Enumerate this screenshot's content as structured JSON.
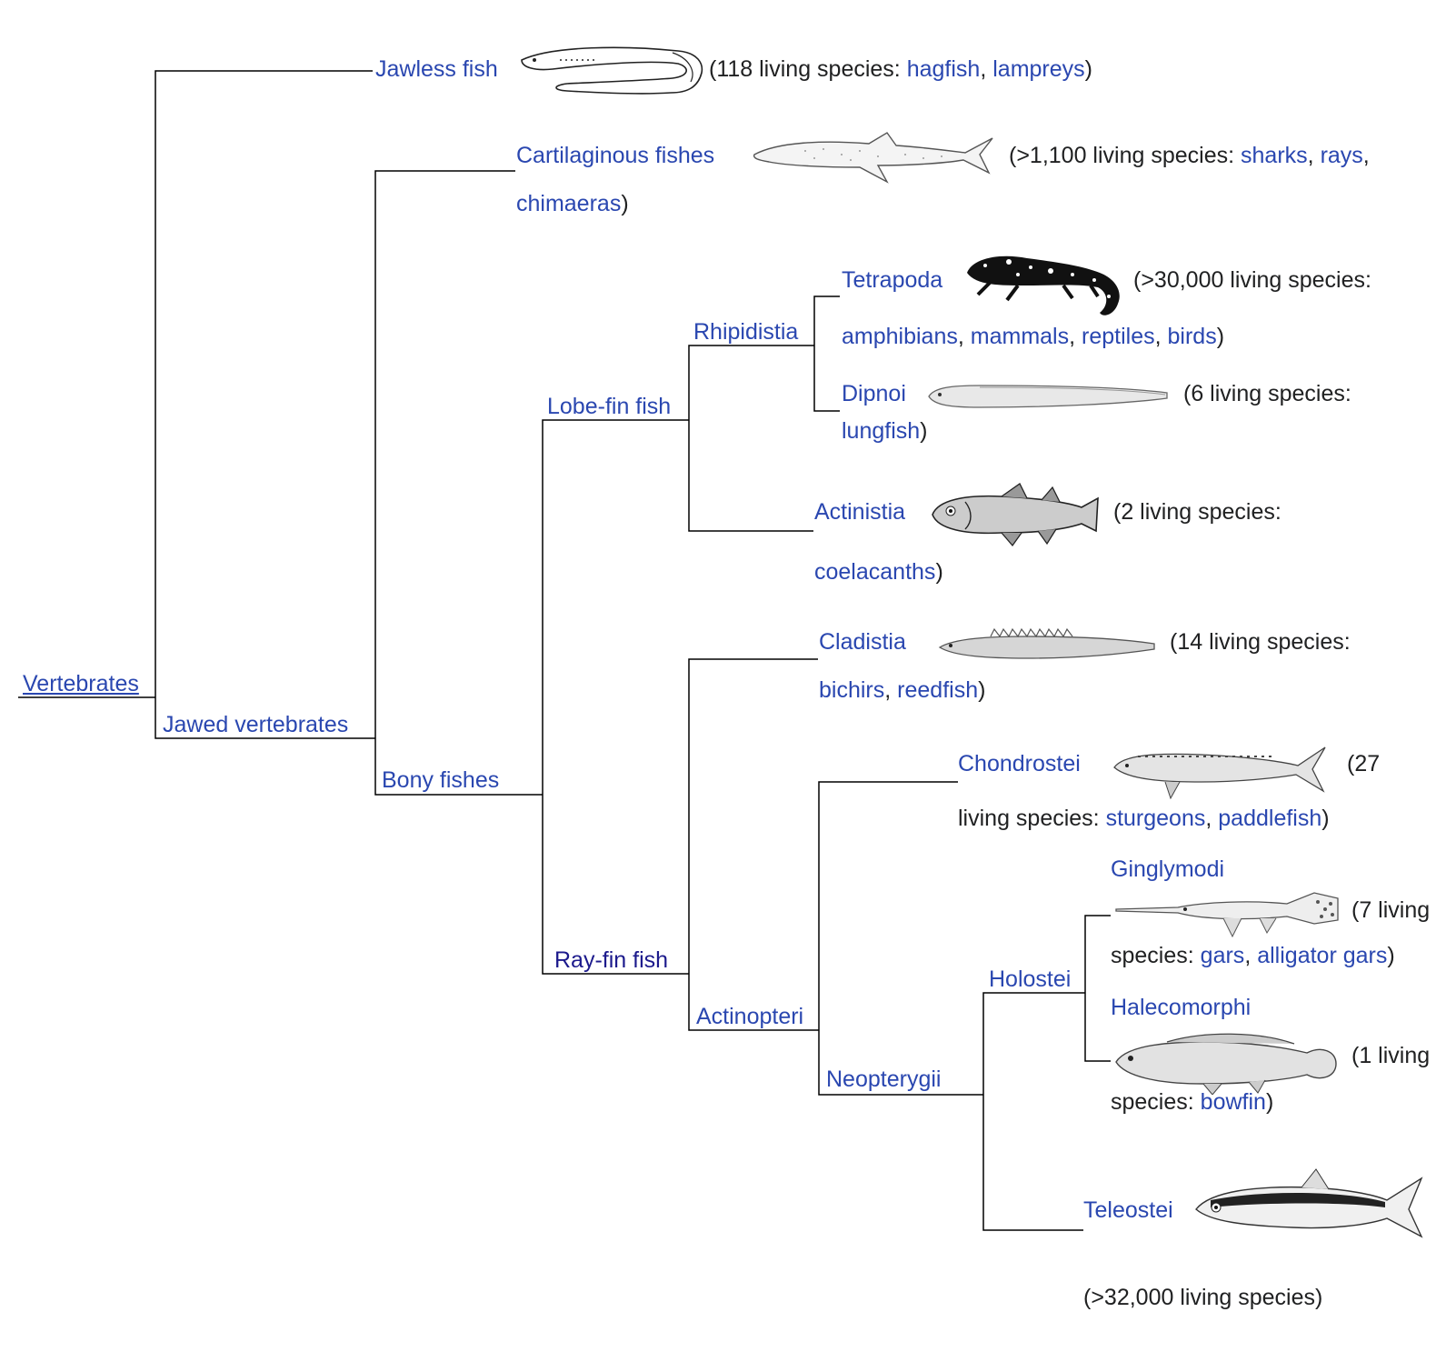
{
  "colors": {
    "link": "#2a47b0",
    "visited_link": "#1c1a8c",
    "text": "#202122",
    "lines": "#000000"
  },
  "nodes": {
    "vertebrates": "Vertebrates",
    "jawed_vertebrates": "Jawed vertebrates",
    "bony_fishes": "Bony fishes",
    "lobe_fin_fish": "Lobe-fin fish",
    "rhipidistia": "Rhipidistia",
    "ray_fin_fish": "Ray-fin fish",
    "actinopteri": "Actinopteri",
    "neopterygii": "Neopterygii",
    "holostei": "Holostei"
  },
  "leaves": {
    "jawless": {
      "name": "Jawless fish",
      "pre": "(118 living species: ",
      "l1": "hagfish",
      "sep": ", ",
      "l2": "lampreys",
      "post": ")",
      "icon": "lamprey-icon"
    },
    "cartilaginous": {
      "name": "Cartilaginous fishes",
      "pre": "(>1,100 living species: ",
      "l1": "sharks",
      "sep1": ", ",
      "l2": "rays",
      "sep2": ",",
      "l3": "chimaeras",
      "post": ")",
      "icon": "shark-icon"
    },
    "tetrapoda": {
      "name": "Tetrapoda",
      "pre": "(>30,000 living species:",
      "l1": "amphibians",
      "sep1": ", ",
      "l2": "mammals",
      "sep2": ", ",
      "l3": "reptiles",
      "sep3": ", ",
      "l4": "birds",
      "post": ")",
      "icon": "salamander-icon"
    },
    "dipnoi": {
      "name": "Dipnoi",
      "pre": "(6 living species:",
      "l1": "lungfish",
      "post": ")",
      "icon": "lungfish-icon"
    },
    "actinistia": {
      "name": "Actinistia",
      "pre": "(2 living species:",
      "l1": "coelacanths",
      "post": ")",
      "icon": "coelacanth-icon"
    },
    "cladistia": {
      "name": "Cladistia",
      "pre": "(14 living species:",
      "l1": "bichirs",
      "sep": ", ",
      "l2": "reedfish",
      "post": ")",
      "icon": "bichir-icon"
    },
    "chondrostei": {
      "name": "Chondrostei",
      "pre1": "(27",
      "pre2": "living species: ",
      "l1": "sturgeons",
      "sep": ", ",
      "l2": "paddlefish",
      "post": ")",
      "icon": "sturgeon-icon"
    },
    "ginglymodi": {
      "name": "Ginglymodi",
      "pre1": "(7 living",
      "pre2": "species: ",
      "l1": "gars",
      "sep": ", ",
      "l2": "alligator gars",
      "post": ")",
      "icon": "gar-icon"
    },
    "halecomorphi": {
      "name": "Halecomorphi",
      "pre1": "(1 living",
      "pre2": "species: ",
      "l1": "bowfin",
      "post": ")",
      "icon": "bowfin-icon"
    },
    "teleostei": {
      "name": "Teleostei",
      "pre": "(>32,000 living species)",
      "icon": "teleost-icon"
    }
  }
}
